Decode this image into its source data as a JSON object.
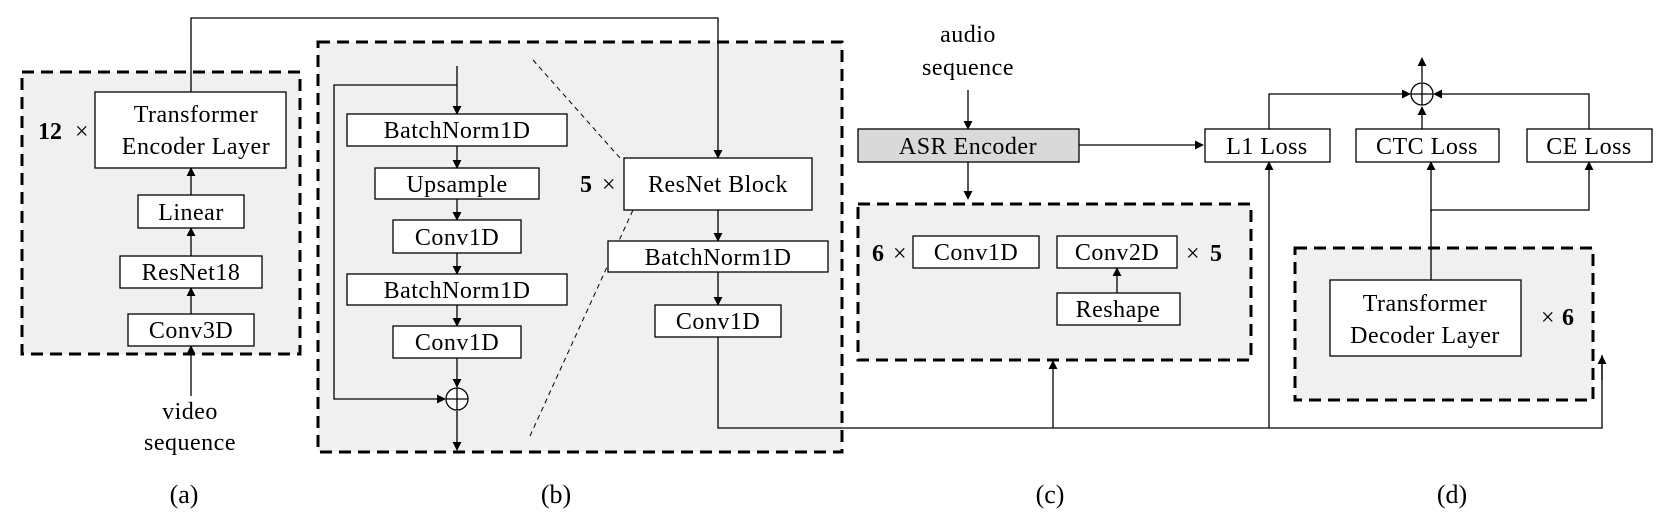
{
  "panel_a": {
    "repeat_count": "12",
    "times": "×",
    "transformer_line1": "Transformer",
    "transformer_line2": "Encoder Layer",
    "linear": "Linear",
    "resnet18": "ResNet18",
    "conv3d": "Conv3D",
    "input_line1": "video",
    "input_line2": "sequence",
    "caption": "(a)"
  },
  "panel_b": {
    "batchnorm_1": "BatchNorm1D",
    "upsample": "Upsample",
    "conv1d_1": "Conv1D",
    "batchnorm_2": "BatchNorm1D",
    "conv1d_2": "Conv1D",
    "resnet_repeat": "5",
    "times": "×",
    "resnet_block": "ResNet Block",
    "batchnorm_3": "BatchNorm1D",
    "conv1d_3": "Conv1D",
    "caption": "(b)"
  },
  "panel_c": {
    "input_line1": "audio",
    "input_line2": "sequence",
    "asr_encoder": "ASR Encoder",
    "conv1d_repeat": "6",
    "times": "×",
    "conv1d": "Conv1D",
    "conv2d": "Conv2D",
    "conv2d_repeat": "5",
    "reshape": "Reshape",
    "caption": "(c)"
  },
  "panel_d": {
    "l1_loss": "L1 Loss",
    "ctc_loss": "CTC Loss",
    "ce_loss": "CE Loss",
    "decoder_line1": "Transformer",
    "decoder_line2": "Decoder Layer",
    "times": "×",
    "decoder_repeat": "6",
    "caption": "(d)"
  },
  "colors": {
    "panel_fill": "#f0f0f0",
    "asr_fill": "#d9d9d9",
    "stroke": "#000000"
  }
}
